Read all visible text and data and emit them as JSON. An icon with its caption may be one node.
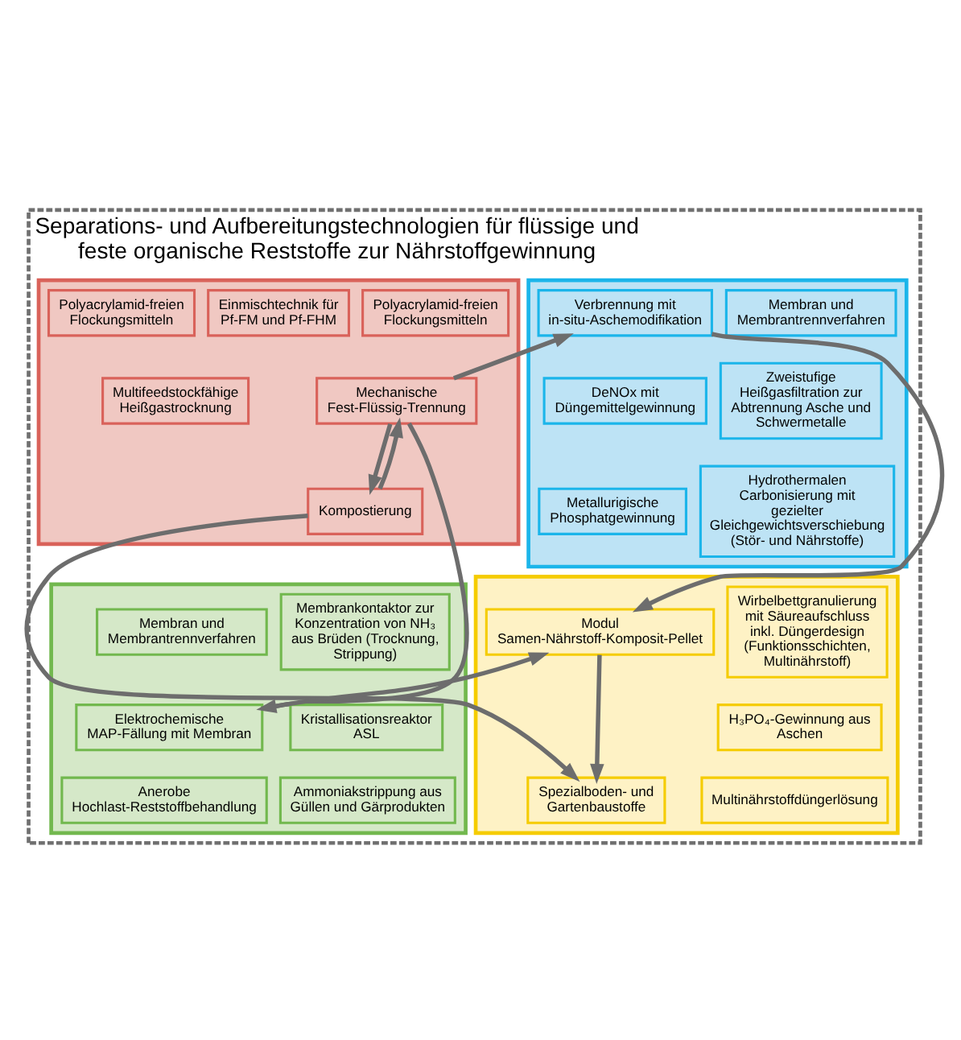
{
  "diagram": {
    "nodes": [
      {
        "text": [
          "Separations- und Aufbereitungstechnologien für flüssige und feste organische Reststoffe zur Nährstoffgewinnung"
        ]
      },
      {
        "text": [],
        "shape": "box",
        "in": 0
      },
      {
        "text": [
          "Polyacrylamid-freien Flockungsmitteln"
        ],
        "in": 1
      },
      {
        "text": [
          "Einmischtechnik für Pf-FM und Pf-FHM"
        ],
        "in": 1
      },
      {
        "text": [
          "Polyacrylamid-freien Flockungsmitteln"
        ],
        "in": 1
      },
      {
        "text": [
          "Mechanische Fest-Flüssig-Trennung"
        ],
        "in": 1
      },
      {
        "text": [
          "Kompostierung"
        ],
        "in": 1
      },
      {
        "text": [
          "Multifeedstockfähige Heißgastrocknung"
        ],
        "in": 1
      },
      {
        "text": [],
        "shape": "box",
        "in": 0
      },
      {
        "text": [
          "Membran und Membrantrennverfahren"
        ],
        "in": 8
      },
      {
        "text": [
          "Verbrennung mit in-situ-Aschemodifikation"
        ],
        "in": 8
      },
      {
        "text": [
          "Zweistufige Heißgasfiltration zur Abtrennung Asche und Schwermetalle"
        ],
        "in": 8
      },
      {
        "text": [
          "DeNOx mit Düngemittelgewinnung"
        ],
        "in": 8
      },
      {
        "text": [
          "Hydrothermalen Carbonisierung mit gezielter Gleichgewichtsverschiebung (Stör- und Nährstoffe)"
        ],
        "in": 8
      },
      {
        "text": [
          "Metallurigische Phosphatgewinnung"
        ],
        "in": 8
      },
      {
        "text": [],
        "shape": "box",
        "in": 0
      },
      {
        "text": [
          "Membrankontaktor zur Konzentration von NH₃ aus Brüden (Trocknung, Strippung)"
        ],
        "in": 15
      },
      {
        "text": [
          "Membran und Membrantrennverfahren"
        ],
        "in": 15
      },
      {
        "text": [
          "Kristallisationsreaktor ASL"
        ],
        "in": 15
      },
      {
        "text": [
          "Elektrochemische MAP-Fällung mit Membran"
        ],
        "in": 15
      },
      {
        "text": [
          "Ammoniakstrippung aus Güllen und Gärprodukten"
        ],
        "in": 15
      },
      {
        "text": [
          "Anerobe Hochlast-Reststoffbehandlung"
        ],
        "in": 15
      },
      {
        "text": [],
        "shape": "box",
        "in": 0
      },
      {
        "text": [
          "Wirbelbettgranulierung mit Säureaufschluss inkl. Düngerdesign (Funktionsschichten, Multinährstoff)"
        ],
        "in": 22
      },
      {
        "text": [
          "Modul Samen-Nährstoff-Komposit-Pellet"
        ],
        "in": 22
      },
      {
        "text": [
          "H₃PO₄-Gewinnung aus Aschen"
        ],
        "in": 22
      },
      {
        "text": [
          "Multinährstoffdüngerlösung"
        ],
        "in": 22
      },
      {
        "text": [
          "Spezialboden- und Gartenbaustoffe"
        ],
        "in": 22
      }
    ],
    "edges": [
      {
        "from": 5,
        "to": 6,
        "arrow": "to"
      },
      {
        "from": 6,
        "to": 5,
        "arrow": "to"
      },
      {
        "from": 5,
        "to": 10,
        "arrow": "to"
      },
      {
        "from": 5,
        "to": 19,
        "arrow": "to"
      },
      {
        "from": 6,
        "to": 27,
        "arrow": "to"
      },
      {
        "from": 19,
        "to": 24,
        "arrow": "to"
      },
      {
        "from": 10,
        "to": 24,
        "arrow": "to"
      },
      {
        "from": 24,
        "to": 27,
        "arrow": "to"
      }
    ]
  }
}
